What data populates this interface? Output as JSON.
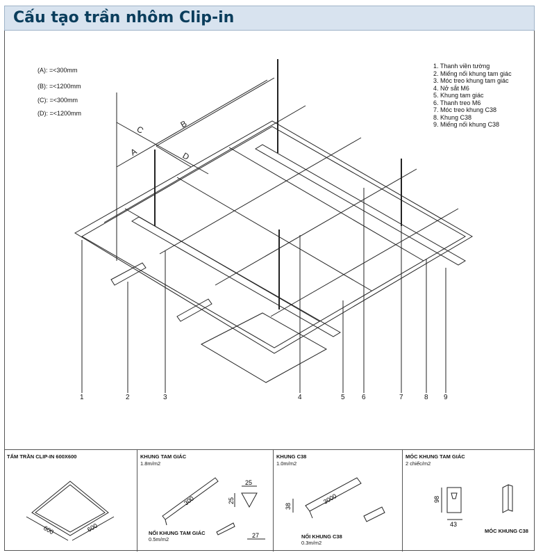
{
  "header": {
    "title": "Cấu tạo trần nhôm Clip-in"
  },
  "dimensions": [
    "(A): =<300mm",
    "(B): =<1200mm",
    "(C): =<300mm",
    "(D): =<1200mm"
  ],
  "diagram_letters": {
    "a": "A",
    "b": "B",
    "c": "C",
    "d": "D"
  },
  "legend": [
    "1. Thanh viền tường",
    "2. Miếng nối khung tam giác",
    "3. Móc treo khung tam giác",
    "4. Nở sắt M6",
    "5. Khung tam giác",
    "6. Thanh treo M6",
    "7. Móc treo khung C38",
    "8. Khung C38",
    "9. Miếng nối khung C38"
  ],
  "callouts": [
    "1",
    "2",
    "3",
    "4",
    "5",
    "6",
    "7",
    "8",
    "9"
  ],
  "panels": {
    "tile": {
      "title": "TẤM TRẦN CLIP-IN 600X600",
      "dim_a": "600",
      "dim_b": "600"
    },
    "triangle": {
      "title": "KHUNG TAM GIÁC",
      "rate": "1.8m/m2",
      "length": "300",
      "w": "25",
      "h": "25",
      "joint_title": "NỐI KHUNG TAM GIÁC",
      "joint_rate": "0.5m/m2",
      "joint_dim": "27"
    },
    "c38": {
      "title": "KHUNG C38",
      "rate": "1.0m/m2",
      "length": "3000",
      "h": "38",
      "joint_title": "NỐI KHUNG C38",
      "joint_rate": "0.3m/m2"
    },
    "hook": {
      "title": "MÓC KHUNG TAM GIÁC",
      "rate": "2 chiếc/m2",
      "h": "98",
      "w": "43",
      "c38_hook": "MÓC KHUNG C38"
    }
  }
}
